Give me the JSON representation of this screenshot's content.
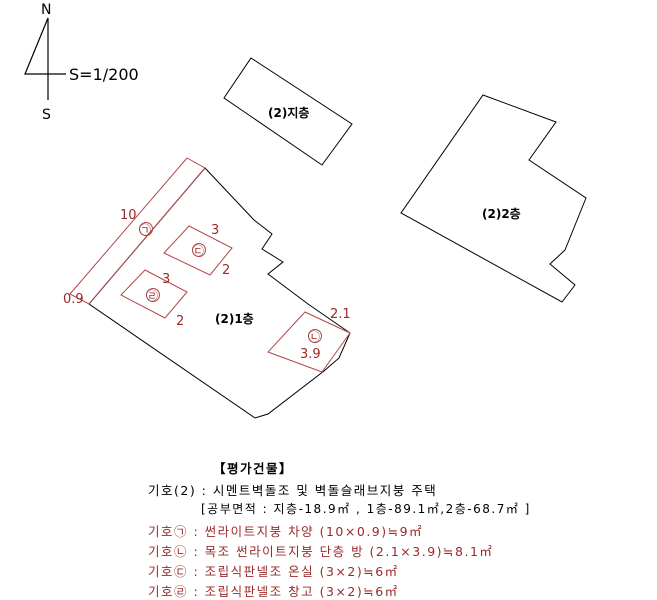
{
  "north_arrow": {
    "top_letter": "N",
    "bottom_letter": "S",
    "scale": "S=1/200"
  },
  "buildings": [
    {
      "label": "(2)지층"
    },
    {
      "label": "(2)2층"
    },
    {
      "label": "(2)1층"
    }
  ],
  "annex_symbols": [
    {
      "symbol": "㉠",
      "dim_a": "10",
      "dim_b": "0.9"
    },
    {
      "symbol": "㉡",
      "dim_a": "2.1",
      "dim_b": "3.9"
    },
    {
      "symbol": "㉢",
      "dim_a": "3",
      "dim_b": "2"
    },
    {
      "symbol": "㉣",
      "dim_a": "3",
      "dim_b": "2"
    }
  ],
  "legend": {
    "title": "【평가건물】",
    "main": "기호(2) : 시멘트벽돌조 및 벽돌슬래브지붕 주택",
    "area": "[공부면적 : 지층-18.9㎡ , 1층-89.1㎡,2층-68.7㎡ ]",
    "items": [
      "기호㉠ : 썬라이트지붕 차양 (10×0.9)≒9㎡",
      "기호㉡ : 목조 썬라이트지붕 단층 방 (2.1×3.9)≒8.1㎡",
      "기호㉢ : 조립식판넬조 온실 (3×2)≒6㎡",
      "기호㉣ : 조립식판넬조 창고 (3×2)≒6㎡"
    ]
  },
  "colors": {
    "outline": "#000000",
    "annex": "#b04848",
    "annex_text": "#9b2a2a"
  }
}
